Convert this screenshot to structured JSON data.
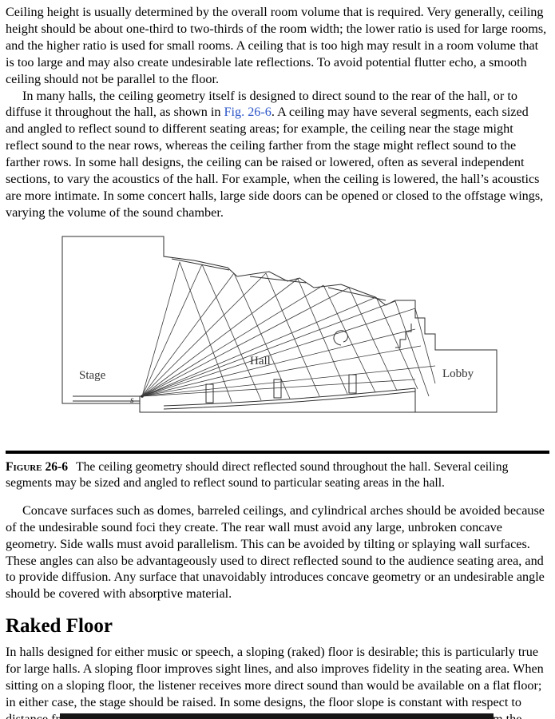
{
  "colors": {
    "link": "#2b55c8",
    "ink": "#000000",
    "diagram_stroke": "#2e2e2e"
  },
  "article": {
    "p1": "Ceiling height is usually determined by the overall room volume that is required. Very generally, ceiling height should be about one-third to two-thirds of the room width; the lower ratio is used for large rooms, and the higher ratio is used for small rooms. A ceiling that is too high may result in a room volume that is too large and may also create undesirable late reflections. To avoid potential flutter echo, a smooth ceiling should not be parallel to the floor.",
    "p2": {
      "before_link": "In many halls, the ceiling geometry itself is designed to direct sound to the rear of the hall, or to diffuse it throughout the hall, as shown in ",
      "link": "Fig. 26-6",
      "after_link": ". A ceiling may have several segments, each sized and angled to reflect sound to different seating areas; for example, the ceiling near the stage might reflect sound to the near rows, whereas the ceiling farther from the stage might reflect sound to the farther rows. In some hall designs, the ceiling can be raised or lowered, often as several independent sections, to vary the acoustics of the hall. For example, when the ceiling is lowered, the hall’s acoustics are more intimate. In some concert halls, large side doors can be opened or closed to the offstage wings, varying the volume of the sound chamber."
    },
    "p3": "Concave surfaces such as domes, barreled ceilings, and cylindrical arches should be avoided because of the undesirable sound foci they create. The rear wall must avoid any large, unbroken concave geometry. Side walls must avoid parallelism. This can be avoided by tilting or splaying wall surfaces. These angles can also be advantageously used to direct reflected sound to the audience seating area, and to provide diffusion. Any surface that unavoidably introduces concave geometry or an undesirable angle should be covered with absorptive material.",
    "heading": "Raked Floor",
    "p4": "In halls designed for either music or speech, a sloping (raked) floor is desirable; this is particularly true for large halls. A sloping floor improves sight lines, and also improves fidelity in the seating area. When sitting on a sloping floor, the listener receives more direct sound than would be available on a flat floor; in either case, the stage should be raised. In some designs, the floor slope is constant with respect to distance from the stage; risers are equal. In other designs, the slope increases with distance from the stage; risers are not equal. In other designs, the floor slope is constant near the"
  },
  "figure": {
    "labels": {
      "stage": "Stage",
      "hall": "Hall",
      "lobby": "Lobby",
      "source": "s"
    },
    "caption": {
      "label": "Figure 26-6",
      "text": "The ceiling geometry should direct reflected sound throughout the hall. Several ceiling segments may be sized and angled to reflect sound to particular seating areas in the hall."
    }
  }
}
